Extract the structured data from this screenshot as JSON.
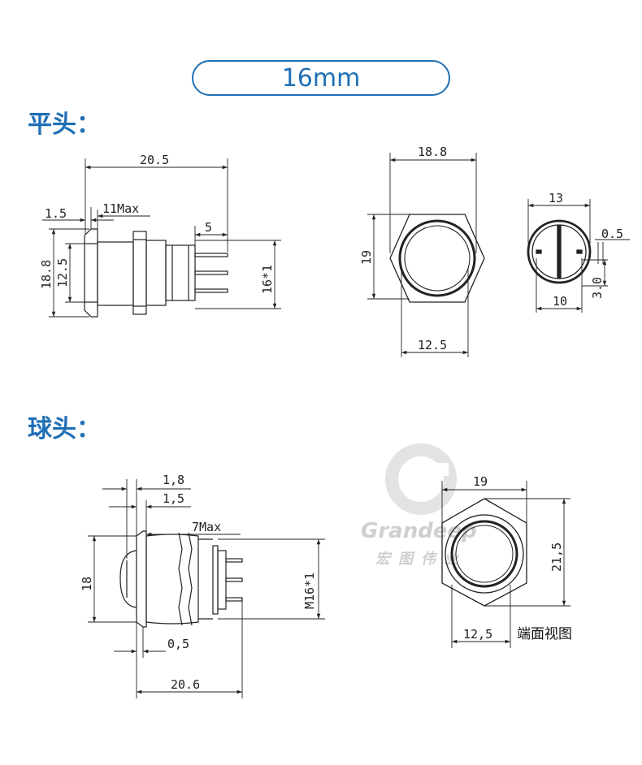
{
  "header": {
    "title": "16mm"
  },
  "sections": {
    "flat": {
      "label": "平头："
    },
    "ball": {
      "label": "球头："
    }
  },
  "flat_side_view": {
    "overall_length": "20.5",
    "flange": "1.5",
    "body_max": "11Max",
    "terminal": "5",
    "outer_dia": "18.8",
    "button_dia": "12.5",
    "thread": "16*1"
  },
  "flat_front_view": {
    "width": "18.8",
    "height": "19",
    "button_dia": "12.5"
  },
  "flat_rear_view": {
    "outer": "13",
    "inner": "10",
    "slot": "0.5",
    "depth": "3.0"
  },
  "ball_side_view": {
    "dim_a": "1,8",
    "dim_b": "1,5",
    "body_max": "7Max",
    "dia": "18",
    "thread": "M16*1",
    "gap": "0,5",
    "overall_length": "20.6"
  },
  "ball_front_view": {
    "width": "19",
    "height": "21,5",
    "button_dia": "12,5",
    "caption": "端面视图"
  },
  "watermark": {
    "brand": "Grandeep",
    "cn": "宏图伟业"
  },
  "colors": {
    "accent": "#1f6fb5",
    "line": "#222222"
  }
}
